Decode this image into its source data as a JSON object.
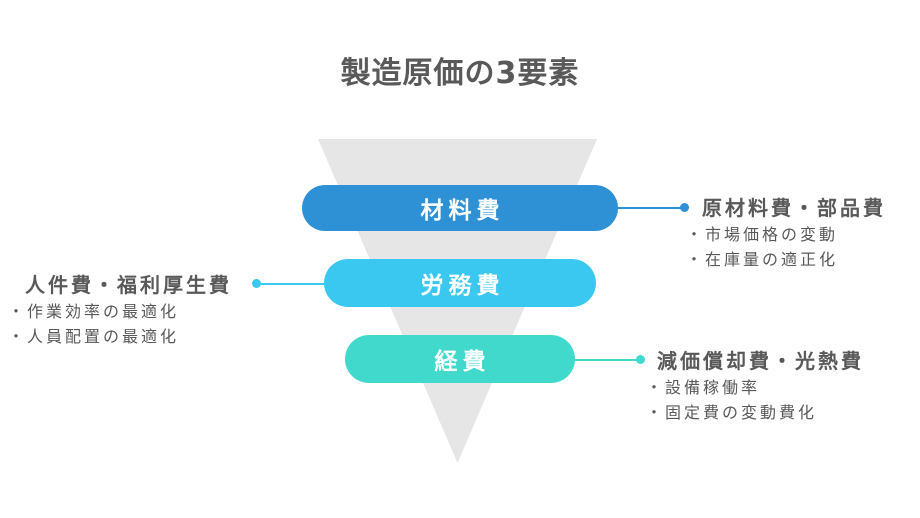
{
  "title": "製造原価の3要素",
  "colors": {
    "background": "#FFFFFF",
    "funnel_gray": "#E6E6E6",
    "text_dark": "#595959",
    "bar_label_text": "#FFFFFF"
  },
  "funnel": {
    "bars": [
      {
        "label": "材料費",
        "color": "#2E90D5"
      },
      {
        "label": "労務費",
        "color": "#3AC7F0"
      },
      {
        "label": "経費",
        "color": "#40D9CC"
      }
    ]
  },
  "annotations": [
    {
      "side": "right",
      "title": "原材料費・部品費",
      "bullets": [
        "・市場価格の変動",
        "・在庫量の適正化"
      ],
      "color": "#2E90D5"
    },
    {
      "side": "left",
      "title": "人件費・福利厚生費",
      "bullets": [
        "・作業効率の最適化",
        "・人員配置の最適化"
      ],
      "color": "#3AC7F0"
    },
    {
      "side": "right",
      "title": "減価償却費・光熱費",
      "bullets": [
        "・設備稼働率",
        "・固定費の変動費化"
      ],
      "color": "#40D9CC"
    }
  ]
}
